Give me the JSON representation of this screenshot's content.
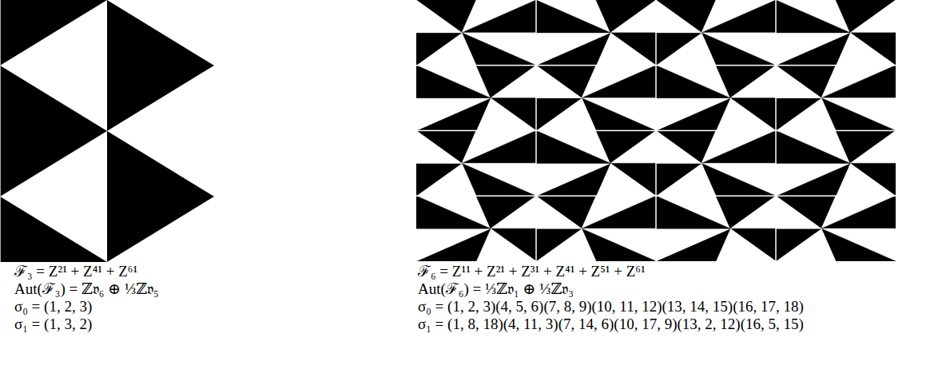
{
  "diagram": {
    "labels": [
      "ℱ₃ = Z²¹ + Z⁴¹ + Z⁶¹",
      "Aut(ℱ₃) = ℤ𝔳₆ ⊕ ⅓ℤ𝔳₅",
      "σ₀ = (1, 2, 3)",
      "σ₁ = (1, 3, 2)",
      "ℱ₆ = Z¹¹ + Z²¹ + Z³¹ + Z⁴¹ + Z⁵¹ + Z⁶¹",
      "Aut(ℱ₆) = ⅓ℤ𝔳₁ ⊕ ⅓ℤ𝔳₃",
      "σ₀ = (1, 2, 3)(4, 5, 6)(7, 8, 9)(10, 11, 12)(13, 14, 15)(16, 17, 18)",
      "σ₁ = (1, 8, 18)(4, 11, 3)(7, 14, 6)(10, 17, 9)(13, 2, 12)(16, 5, 15)"
    ]
  }
}
